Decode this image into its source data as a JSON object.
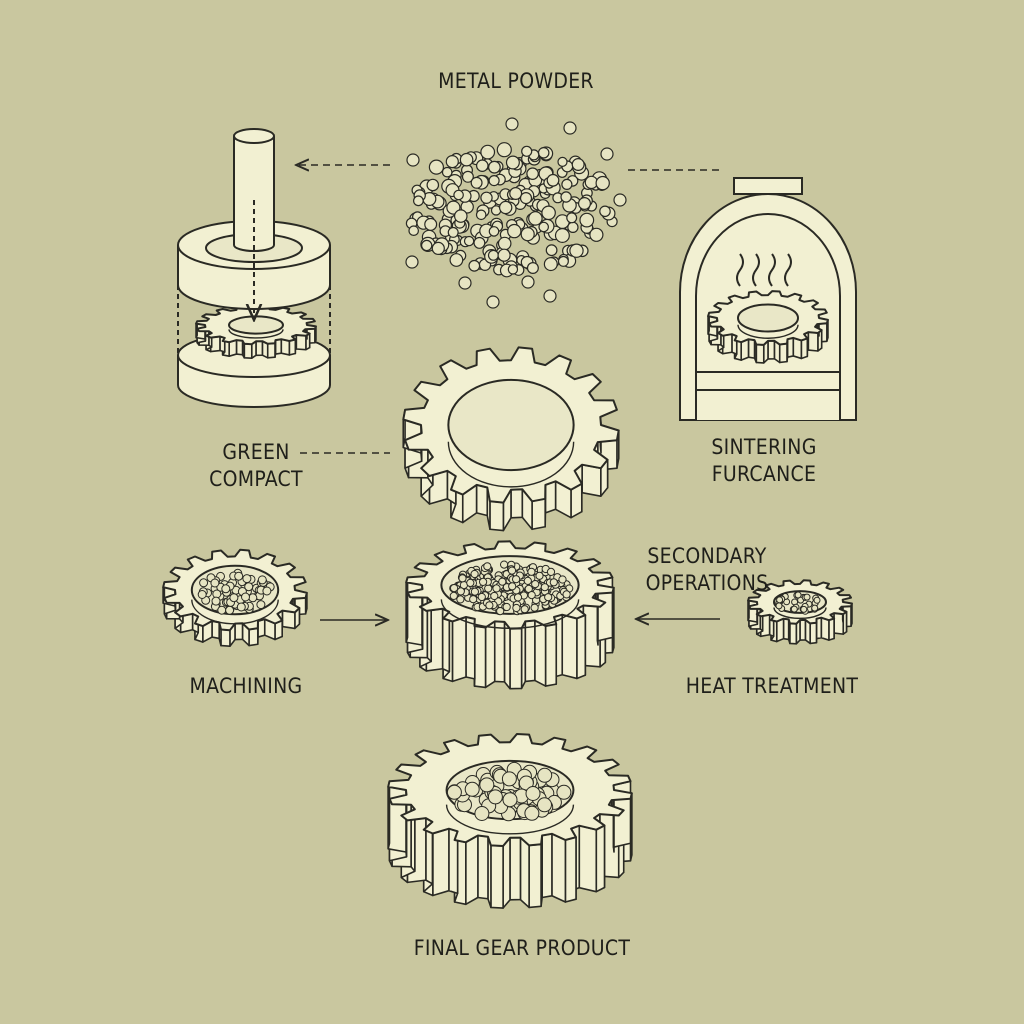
{
  "colors": {
    "background": "#c9c79f",
    "part_fill": "#f2f0d2",
    "ink": "#2a2a24",
    "powder": "#e6e4c2"
  },
  "labels": {
    "metal_powder": "METAL POWDER",
    "green_compact": "GREEN\nCOMPACT",
    "sintering_furnace": "SINTERING\nFURCANCE",
    "secondary_operations": "SECONDARY\nOPERATIONS",
    "machining": "MACHINING",
    "heat_treatment": "HEAT TREATMENT",
    "final_gear_product": "FINAL GEAR PRODUCT"
  }
}
